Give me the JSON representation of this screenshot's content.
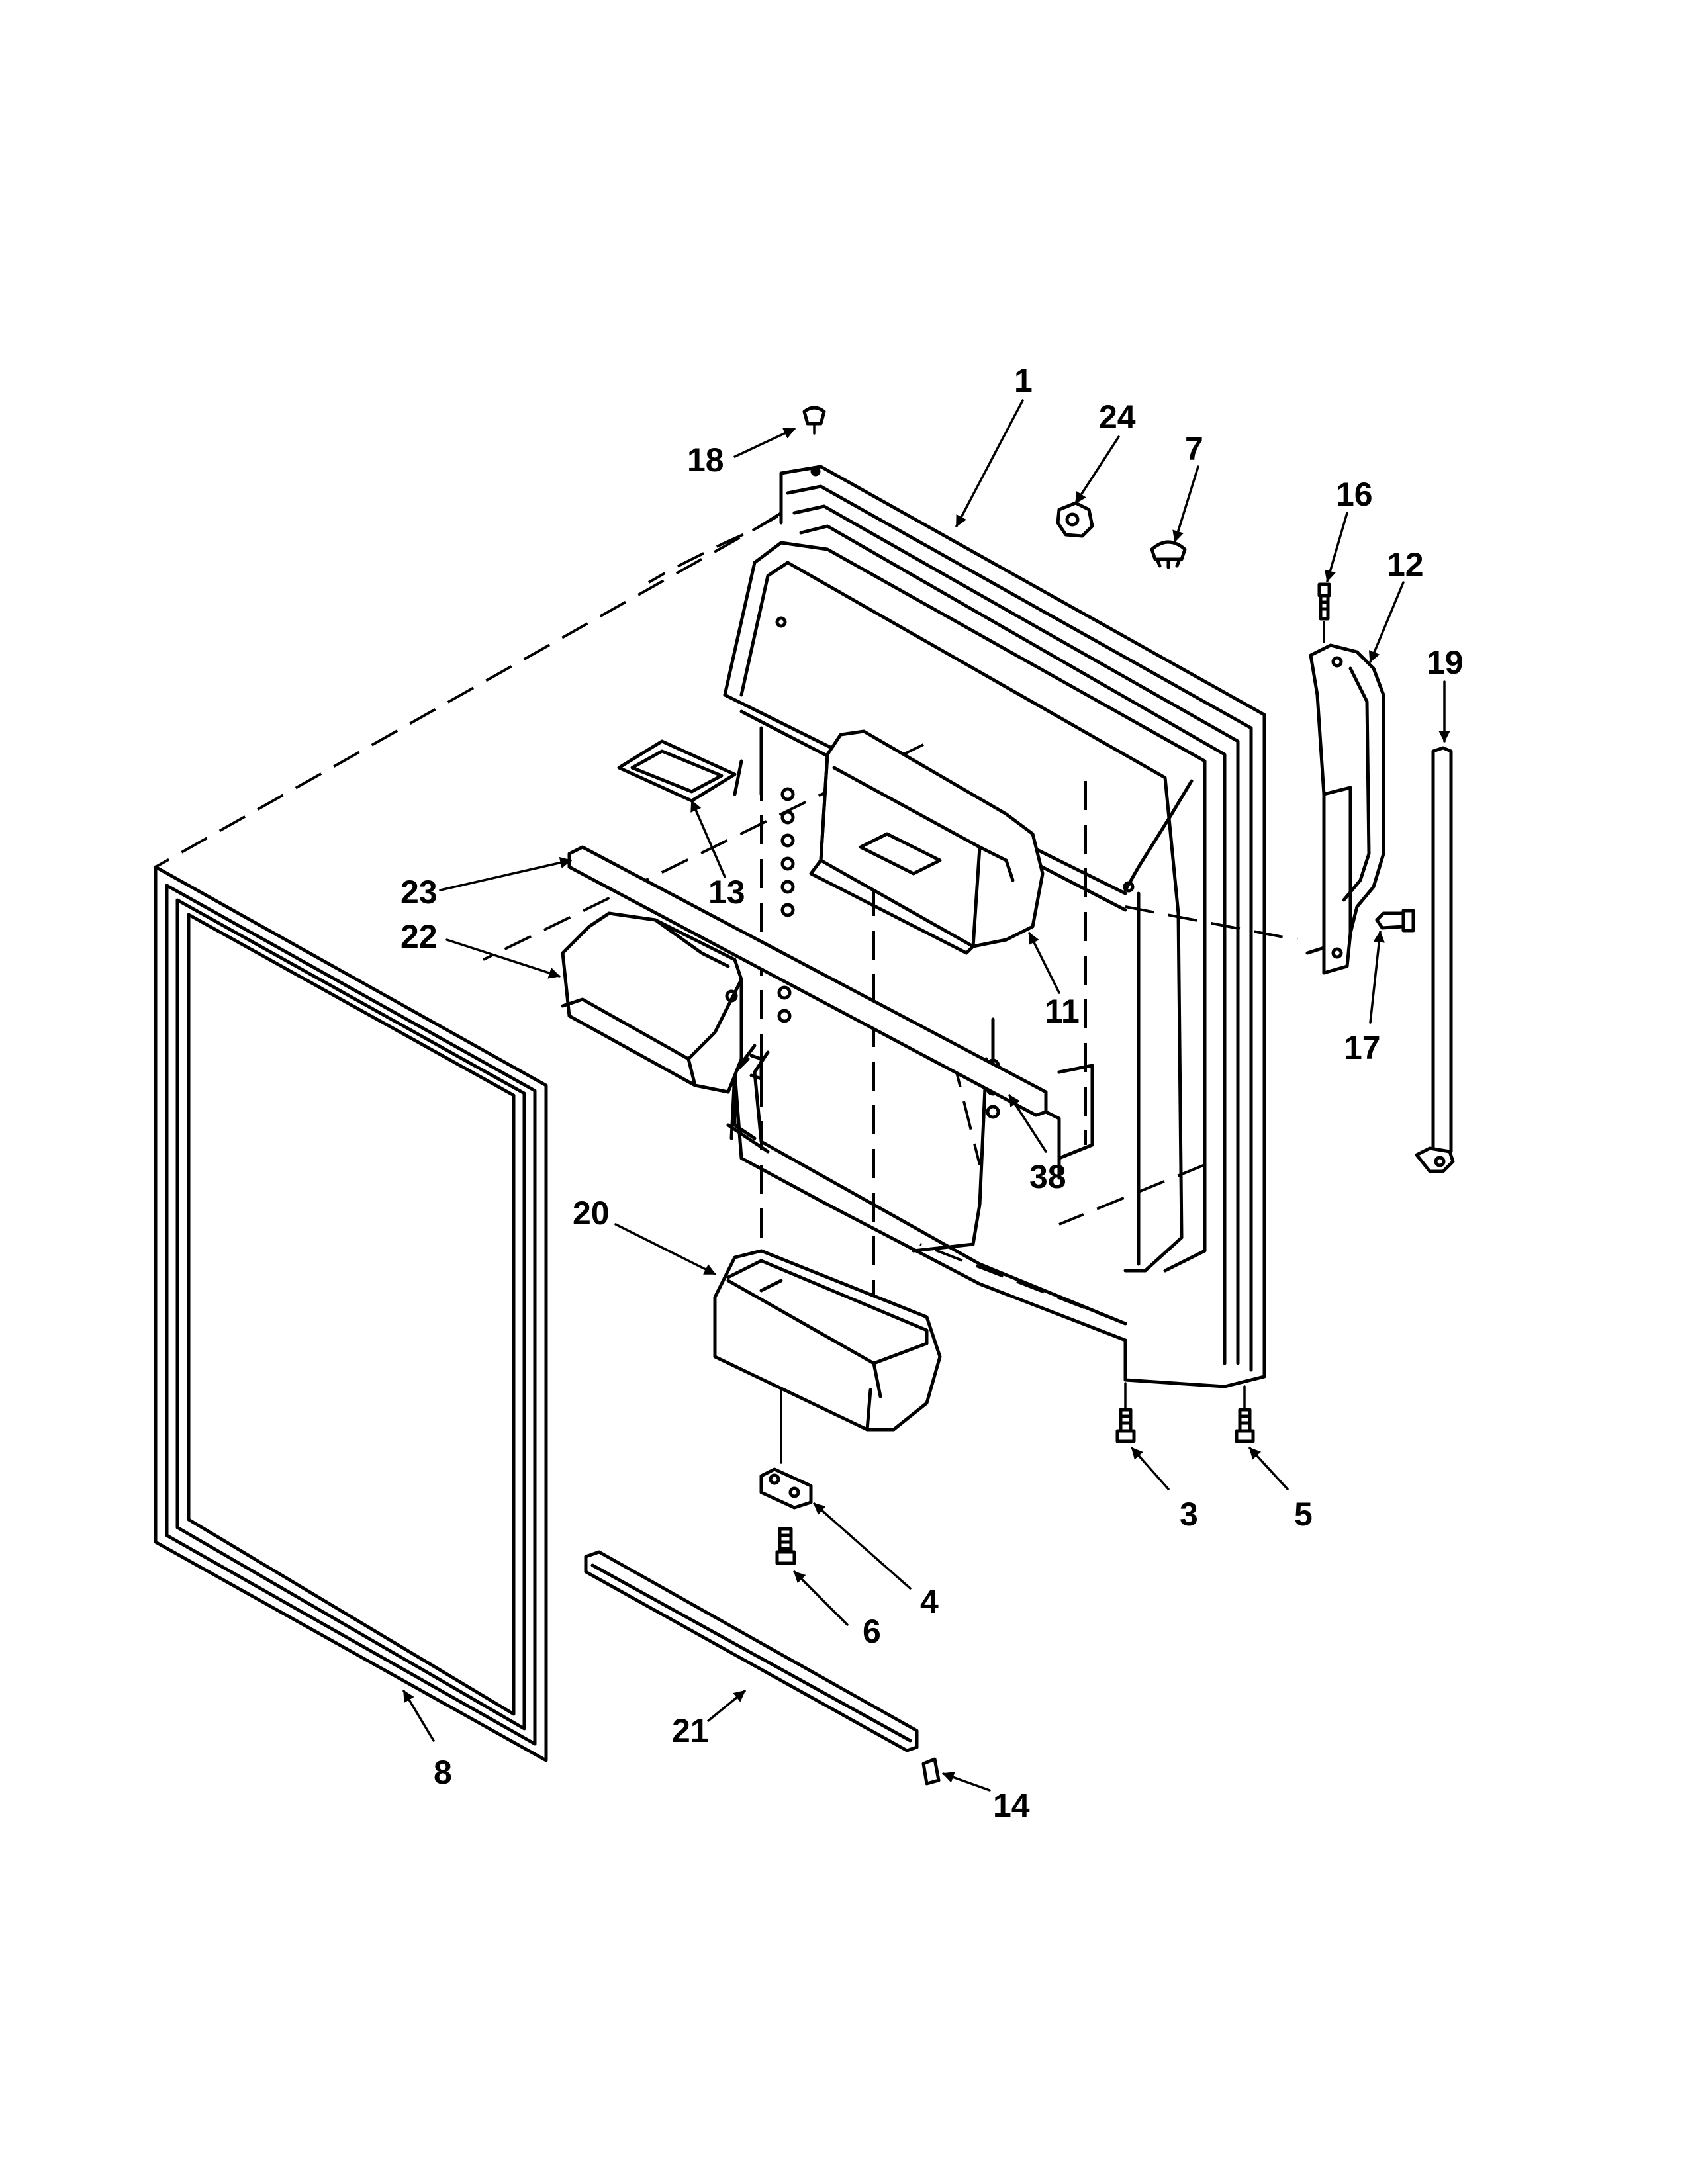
{
  "diagram": {
    "labels": {
      "p1": "1",
      "p3": "3",
      "p4": "4",
      "p5": "5",
      "p6": "6",
      "p7": "7",
      "p8": "8",
      "p11": "11",
      "p12": "12",
      "p13": "13",
      "p14": "14",
      "p16": "16",
      "p17": "17",
      "p18": "18",
      "p19": "19",
      "p20": "20",
      "p21": "21",
      "p22": "22",
      "p23": "23",
      "p24": "24",
      "p38": "38"
    },
    "line_color": "#000000",
    "background": "#ffffff"
  }
}
